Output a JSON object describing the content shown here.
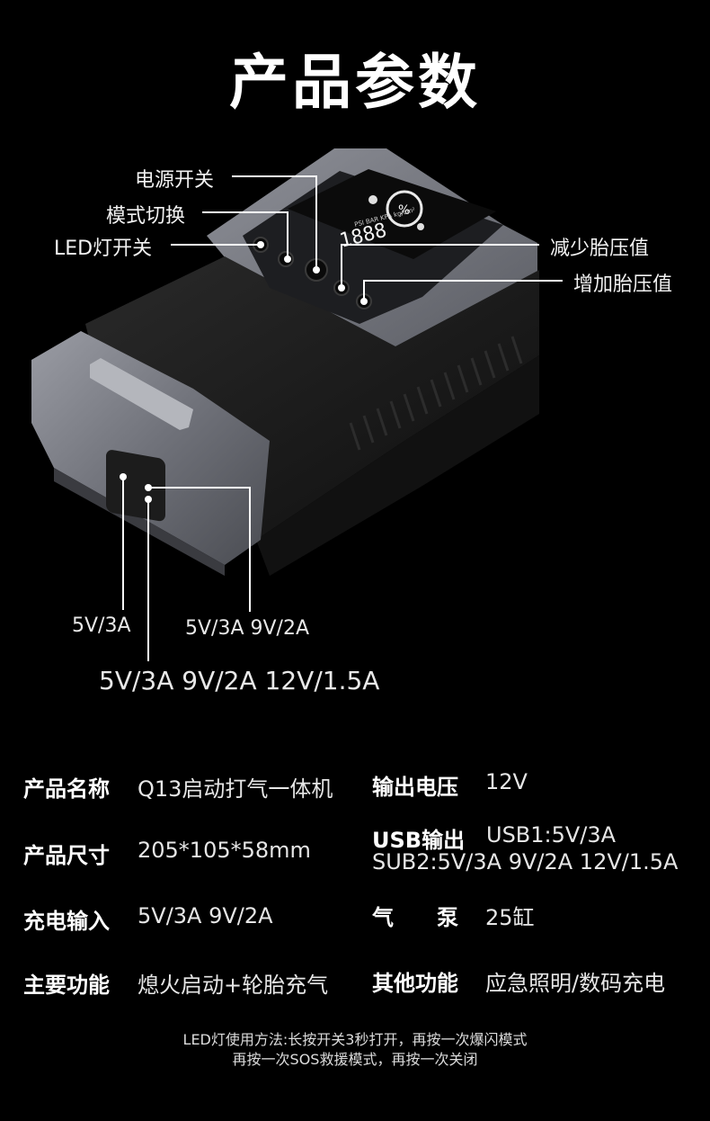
{
  "title": "产品参数",
  "callouts": {
    "power_switch": "电源开关",
    "mode_switch": "模式切换",
    "led_switch": "LED灯开关",
    "decrease_pressure": "减少胎压值",
    "increase_pressure": "增加胎压值"
  },
  "display": {
    "reading": "1888",
    "percent_icon": "%",
    "units": "PSI BAR KPA kg/cm²"
  },
  "ports": {
    "port_a": "5V/3A",
    "port_b": "5V/3A  9V/2A",
    "port_c": "5V/3A  9V/2A  12V/1.5A"
  },
  "specs": [
    {
      "label": "产品名称",
      "value": "Q13启动打气一体机"
    },
    {
      "label": "产品尺寸",
      "value": "205*105*58mm"
    },
    {
      "label": "充电输入",
      "value": "5V/3A 9V/2A"
    },
    {
      "label": "主要功能",
      "value": "熄火启动+轮胎充气"
    },
    {
      "label": "输出电压",
      "value": "12V"
    },
    {
      "label": "USB输出",
      "value": "USB1:5V/3A",
      "value2": "SUB2:5V/3A  9V/2A  12V/1.5A"
    },
    {
      "label": "气　　泵",
      "value": "25缸"
    },
    {
      "label": "其他功能",
      "value": "应急照明/数码充电"
    }
  ],
  "footnote": {
    "line1": "LED灯使用方法:长按开关3秒打开，再按一次爆闪模式",
    "line2": "再按一次SOS救援模式，再按一次关闭"
  },
  "colors": {
    "background": "#000000",
    "body_grey": "#6e7078",
    "rubber_black": "#151515",
    "screen_dark": "#0c0c0c"
  }
}
